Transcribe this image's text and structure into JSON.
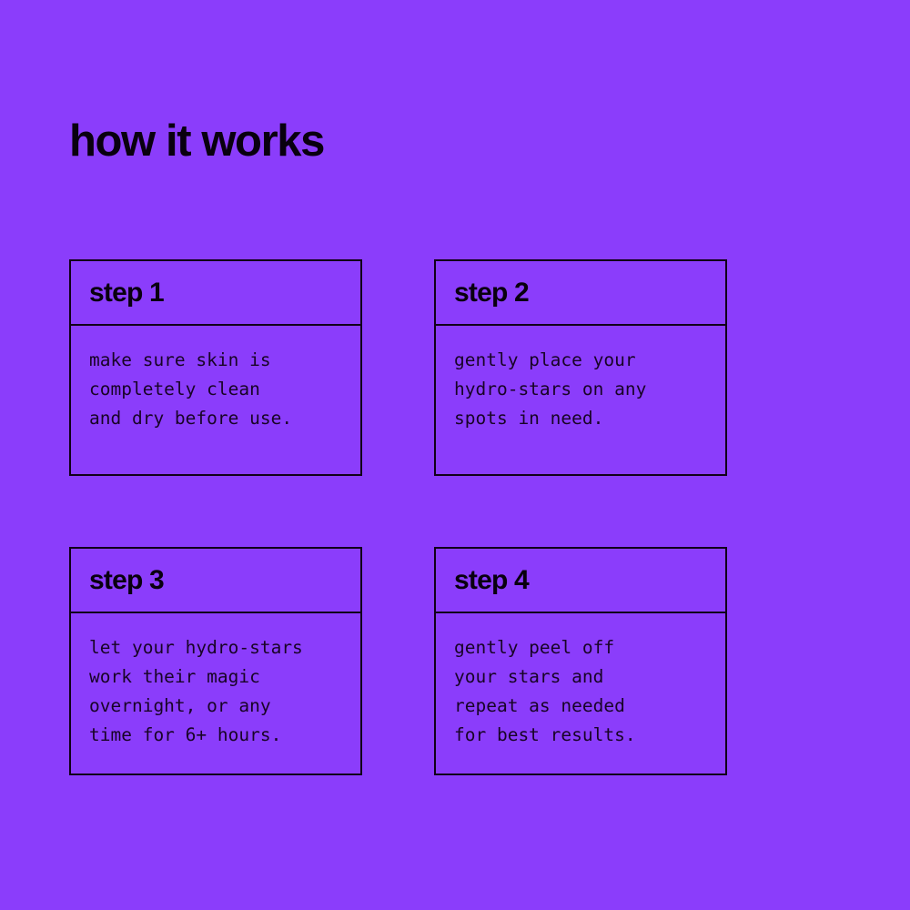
{
  "theme": {
    "background": "#8b3dfb",
    "ink": "#09000f",
    "border": "#100018",
    "body_text": "#180426"
  },
  "header": {
    "title": "how it works"
  },
  "steps": [
    {
      "label": "step 1",
      "body": "make sure skin is\ncompletely clean\nand dry before use."
    },
    {
      "label": "step 2",
      "body": "gently place your\nhydro-stars on any\nspots in need."
    },
    {
      "label": "step 3",
      "body": "let your hydro-stars\nwork their magic\novernight, or any\ntime for 6+ hours."
    },
    {
      "label": "step 4",
      "body": "gently peel off\nyour stars and\nrepeat as needed\nfor best results."
    }
  ]
}
